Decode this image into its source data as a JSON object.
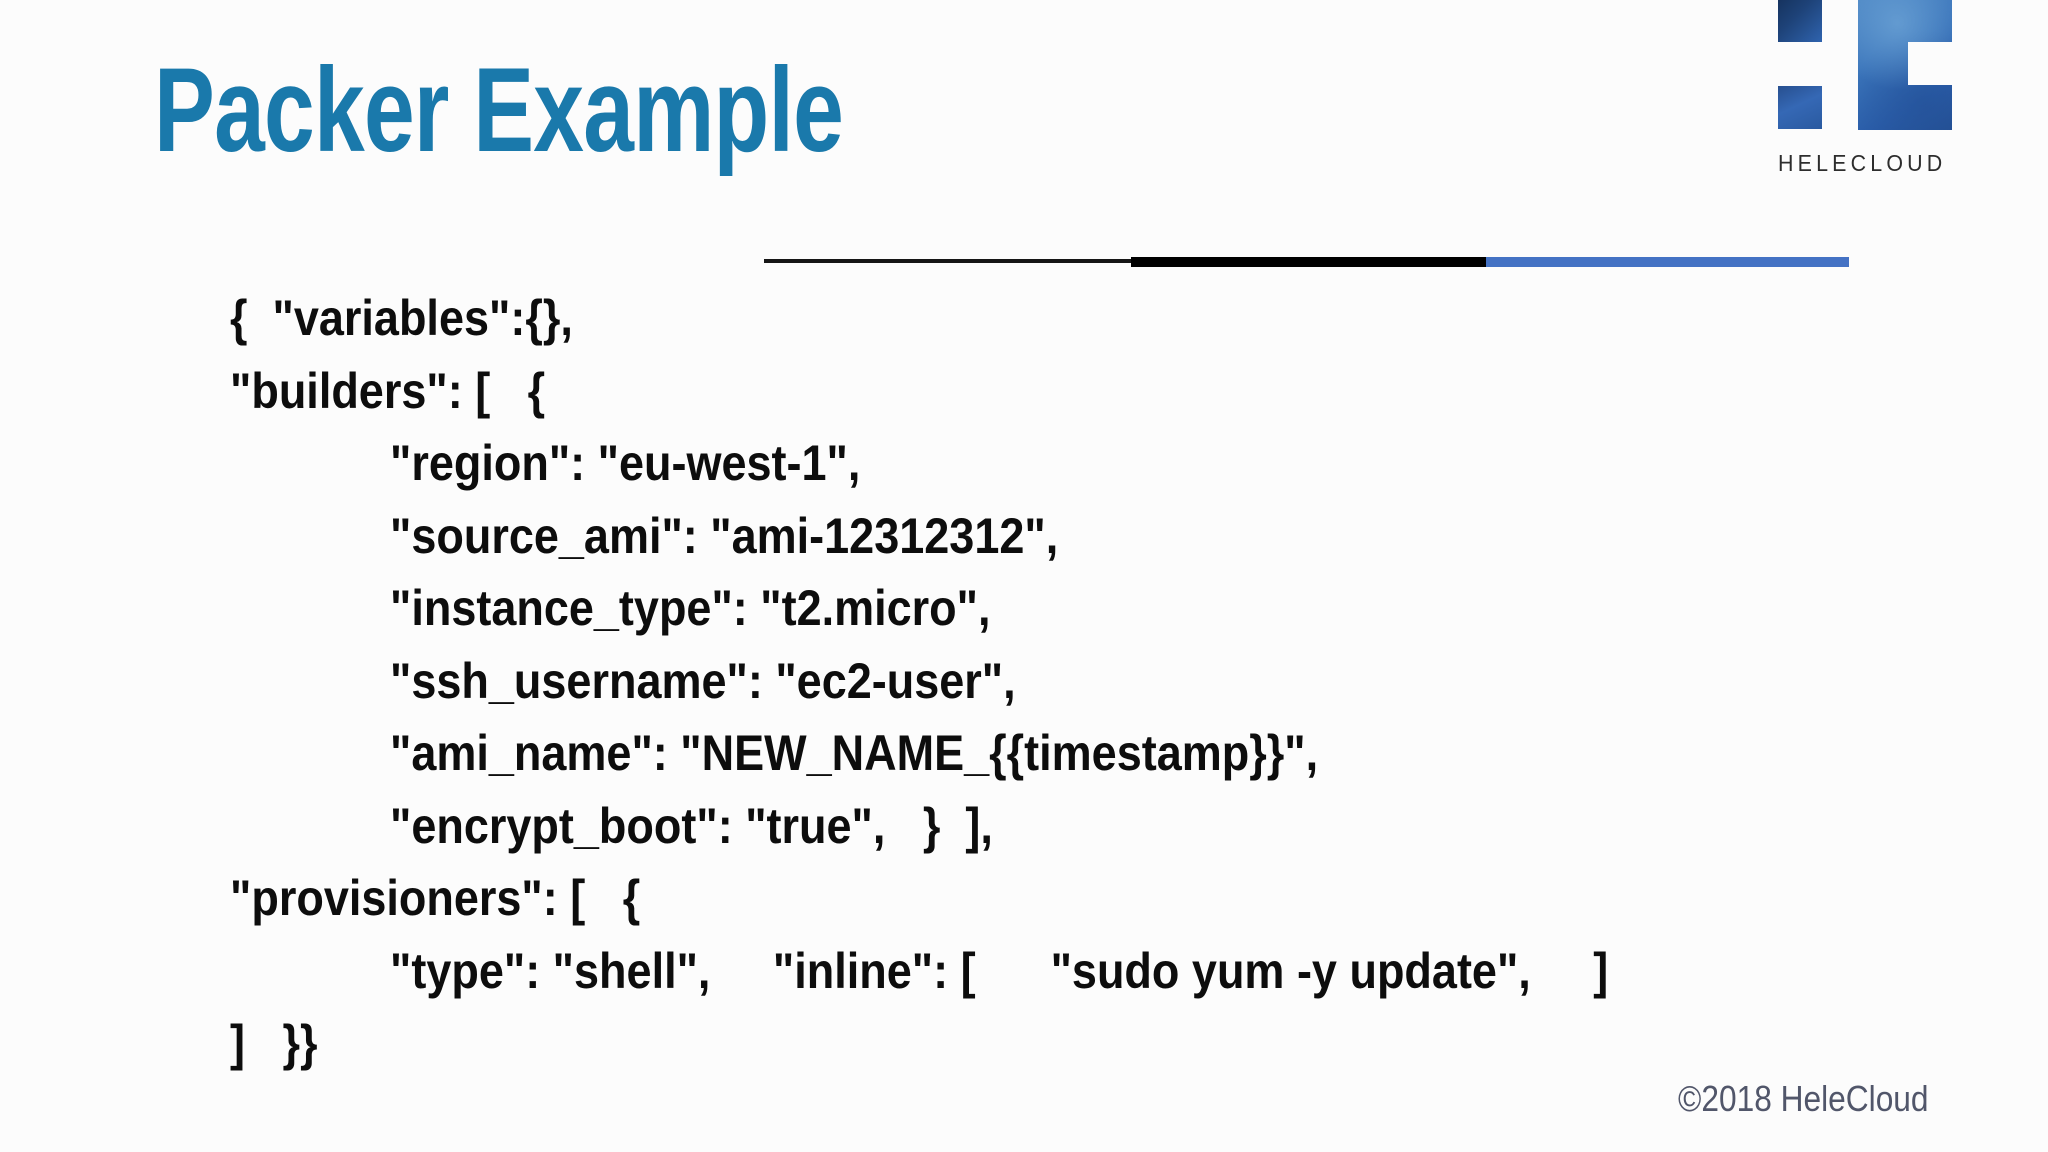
{
  "slide": {
    "title": "Packer Example",
    "footer": "©2018 HeleCloud"
  },
  "logo": {
    "text": "HELECLOUD"
  },
  "code": {
    "lines": [
      {
        "indent": 0,
        "text": "{  \"variables\":{},"
      },
      {
        "indent": 0,
        "text": "\"builders\": [   {"
      },
      {
        "indent": 1,
        "text": "\"region\": \"eu-west-1\","
      },
      {
        "indent": 1,
        "text": "\"source_ami\": \"ami-12312312\","
      },
      {
        "indent": 1,
        "text": "\"instance_type\": \"t2.micro\","
      },
      {
        "indent": 1,
        "text": "\"ssh_username\": \"ec2-user\","
      },
      {
        "indent": 1,
        "text": "\"ami_name\": \"NEW_NAME_{{timestamp}}\","
      },
      {
        "indent": 1,
        "text": "\"encrypt_boot\": \"true\",   }  ],"
      },
      {
        "indent": 0,
        "text": "\"provisioners\": [   {"
      },
      {
        "indent": 1,
        "text": "\"type\": \"shell\",     \"inline\": [      \"sudo yum -y update\",     ]"
      },
      {
        "indent": 0,
        "text": "]   }}"
      }
    ]
  },
  "colors": {
    "title": "#1a79ab",
    "divider_black": "#000000",
    "divider_blue": "#4472c4",
    "code_text": "#0d0d0d",
    "logo_text": "#2d2d2d",
    "footer_text": "#51566a"
  }
}
